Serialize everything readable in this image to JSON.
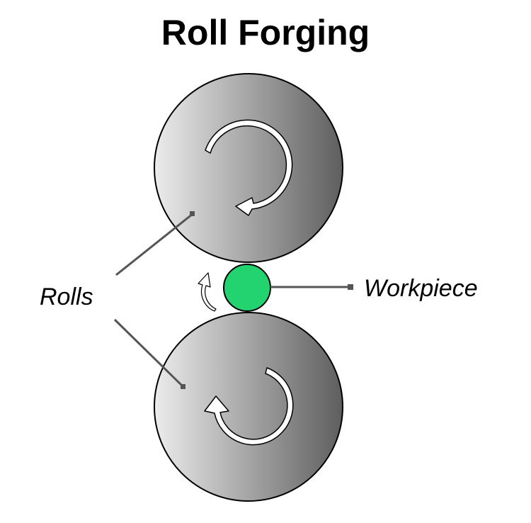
{
  "title": "Roll Forging",
  "labels": {
    "rolls": "Rolls",
    "workpiece": "Workpiece"
  },
  "colors": {
    "roll_light": "#ececec",
    "roll_dark": "#5e5e5e",
    "workpiece_fill": "#23d36f",
    "leader_line": "#555555",
    "arrow_fill": "#ffffff",
    "outline": "#000000"
  },
  "icons": {
    "top_roll_rotation": "clockwise-arrow-icon",
    "bottom_roll_rotation": "clockwise-arrow-icon",
    "workpiece_rotation": "counterclockwise-arrow-icon"
  }
}
